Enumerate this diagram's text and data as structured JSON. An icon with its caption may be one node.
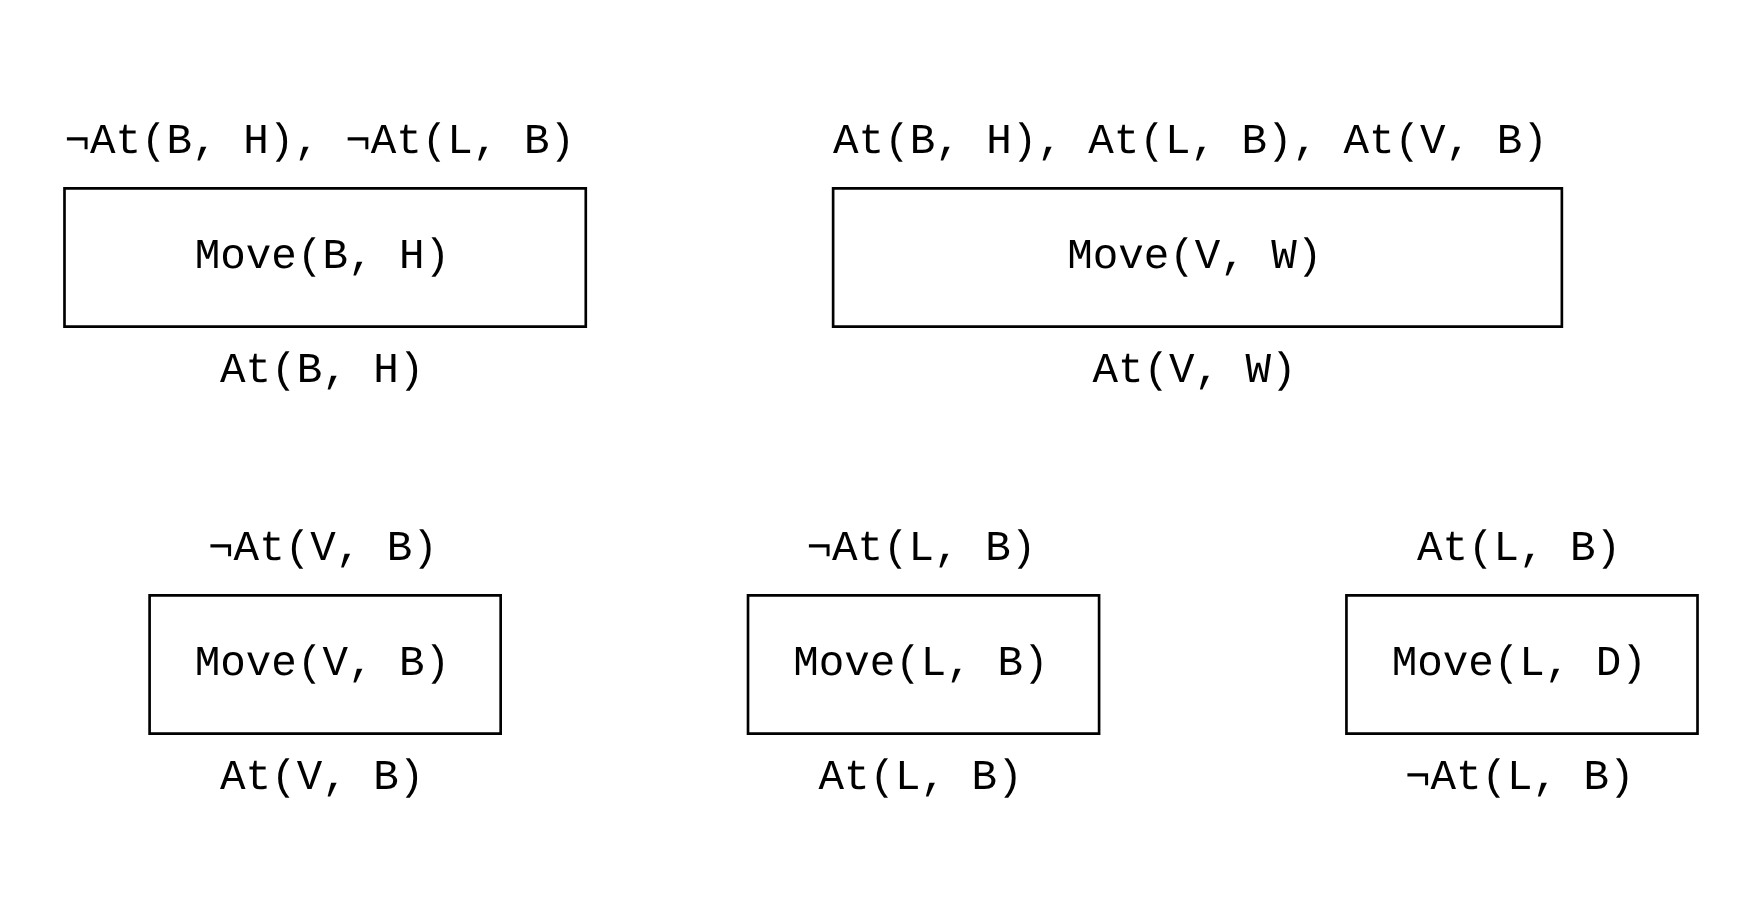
{
  "diagram": {
    "nodes": [
      {
        "text": [
          "Move(B, H)"
        ],
        "beside": [
          "¬At(B, H), ¬At(L, B)",
          "At(B, H)"
        ]
      },
      {
        "text": [
          "Move(V, W)"
        ],
        "beside": [
          "At(B, H), At(L, B), At(V, B)",
          "At(V, W)"
        ]
      },
      {
        "text": [
          "Move(L, B)"
        ],
        "beside": [
          "¬At(L, B)",
          "At(L, B)"
        ]
      },
      {
        "text": [
          "Move(V, B)"
        ],
        "beside": [
          "¬At(V, B)",
          "At(V, B)"
        ]
      },
      {
        "text": [
          "Move(L, D)"
        ],
        "beside": [
          "At(L, B)",
          "¬At(L, B)"
        ]
      }
    ],
    "edges": []
  }
}
